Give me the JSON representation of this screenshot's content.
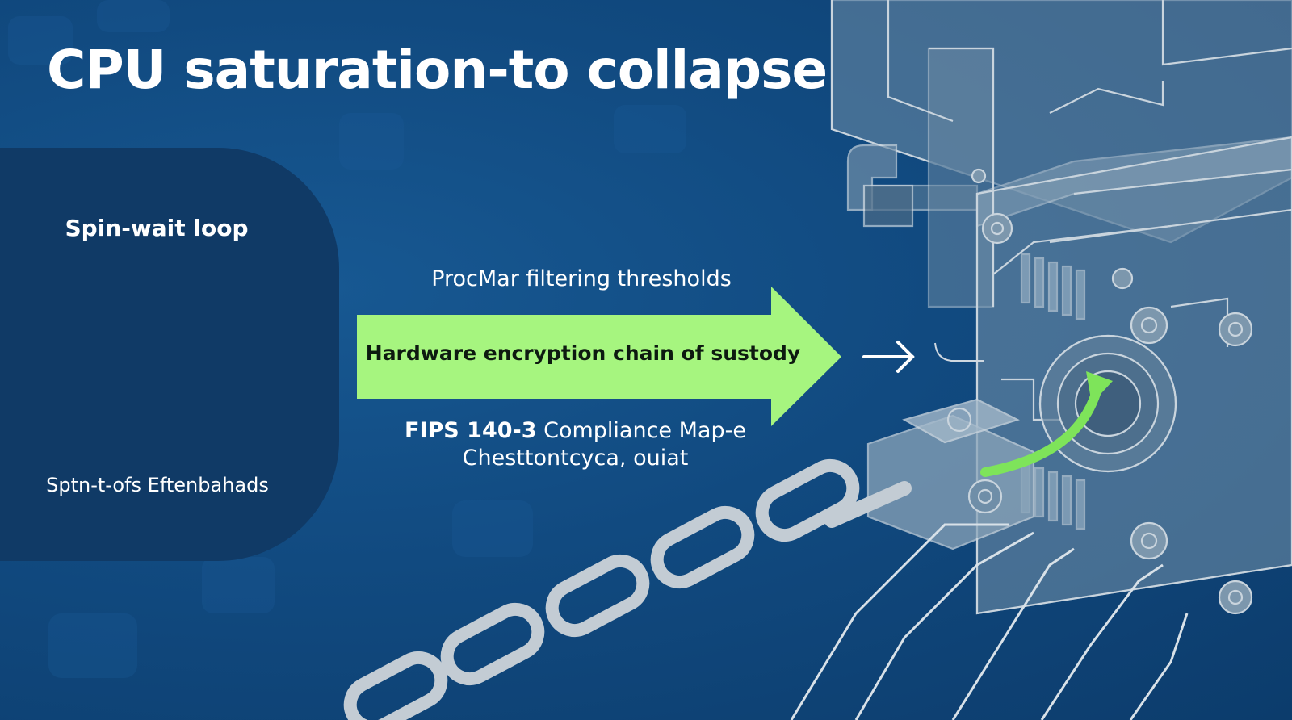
{
  "title": "CPU saturation-to collapse",
  "left_panel": {
    "heading": "Spin-wait loop",
    "icon": "cpu-chip-icon",
    "caption": "Sptn-t-ofs Eftenbahads"
  },
  "center": {
    "top_label": "ProcMar filtering thresholds",
    "arrow_label": "Hardware encryption chain of sustody",
    "caption_bold": "FIPS 140-3",
    "caption_rest": " Compliance Map-e",
    "caption_line2": "Chesttontcyca,  ouiat"
  },
  "colors": {
    "background": "#114a80",
    "panel": "#103a66",
    "accent_green": "#a6f57f",
    "machine_line": "#c9d4dd"
  }
}
